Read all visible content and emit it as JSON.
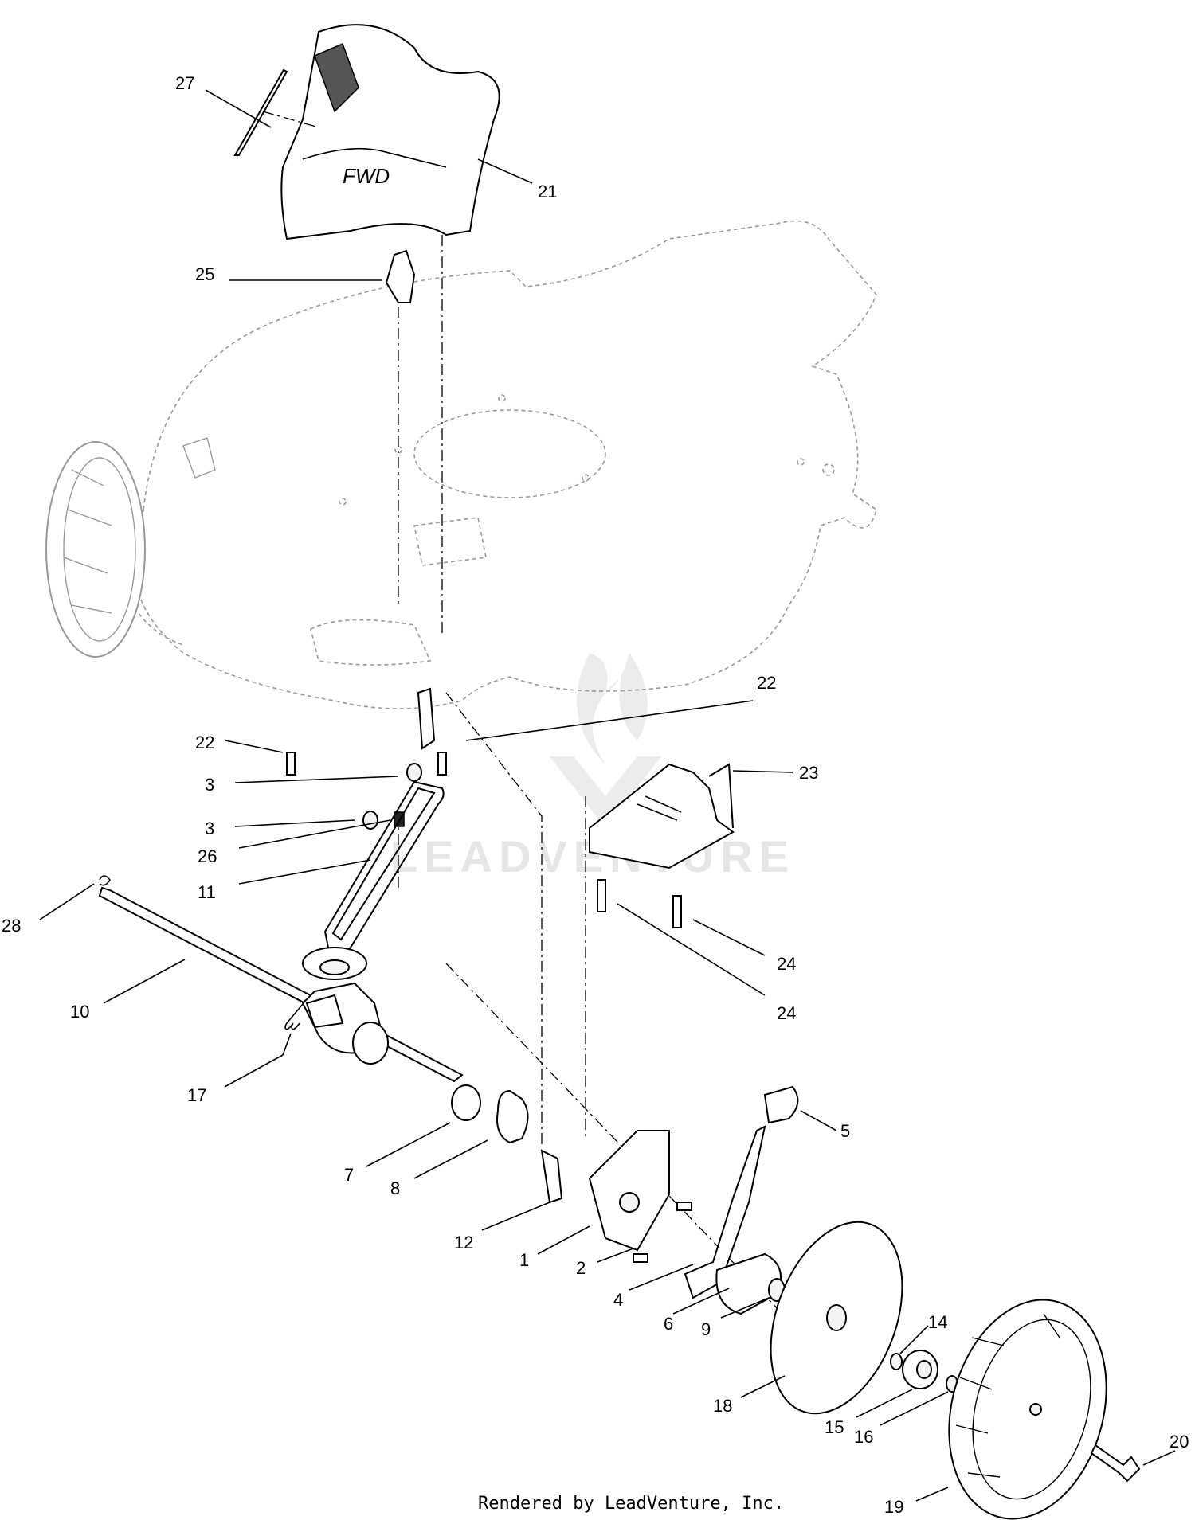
{
  "diagram": {
    "footer": "Rendered by LeadVenture, Inc.",
    "watermark": "LEADVENTURE",
    "callouts": [
      {
        "label": "27"
      },
      {
        "label": "21"
      },
      {
        "label": "25"
      },
      {
        "label": "22"
      },
      {
        "label": "22"
      },
      {
        "label": "23"
      },
      {
        "label": "3"
      },
      {
        "label": "3"
      },
      {
        "label": "26"
      },
      {
        "label": "11"
      },
      {
        "label": "28"
      },
      {
        "label": "24"
      },
      {
        "label": "24"
      },
      {
        "label": "10"
      },
      {
        "label": "17"
      },
      {
        "label": "5"
      },
      {
        "label": "7"
      },
      {
        "label": "8"
      },
      {
        "label": "12"
      },
      {
        "label": "1"
      },
      {
        "label": "2"
      },
      {
        "label": "4"
      },
      {
        "label": "6"
      },
      {
        "label": "9"
      },
      {
        "label": "14"
      },
      {
        "label": "18"
      },
      {
        "label": "15"
      },
      {
        "label": "16"
      },
      {
        "label": "20"
      },
      {
        "label": "19"
      }
    ],
    "cover_text": "FWD"
  }
}
